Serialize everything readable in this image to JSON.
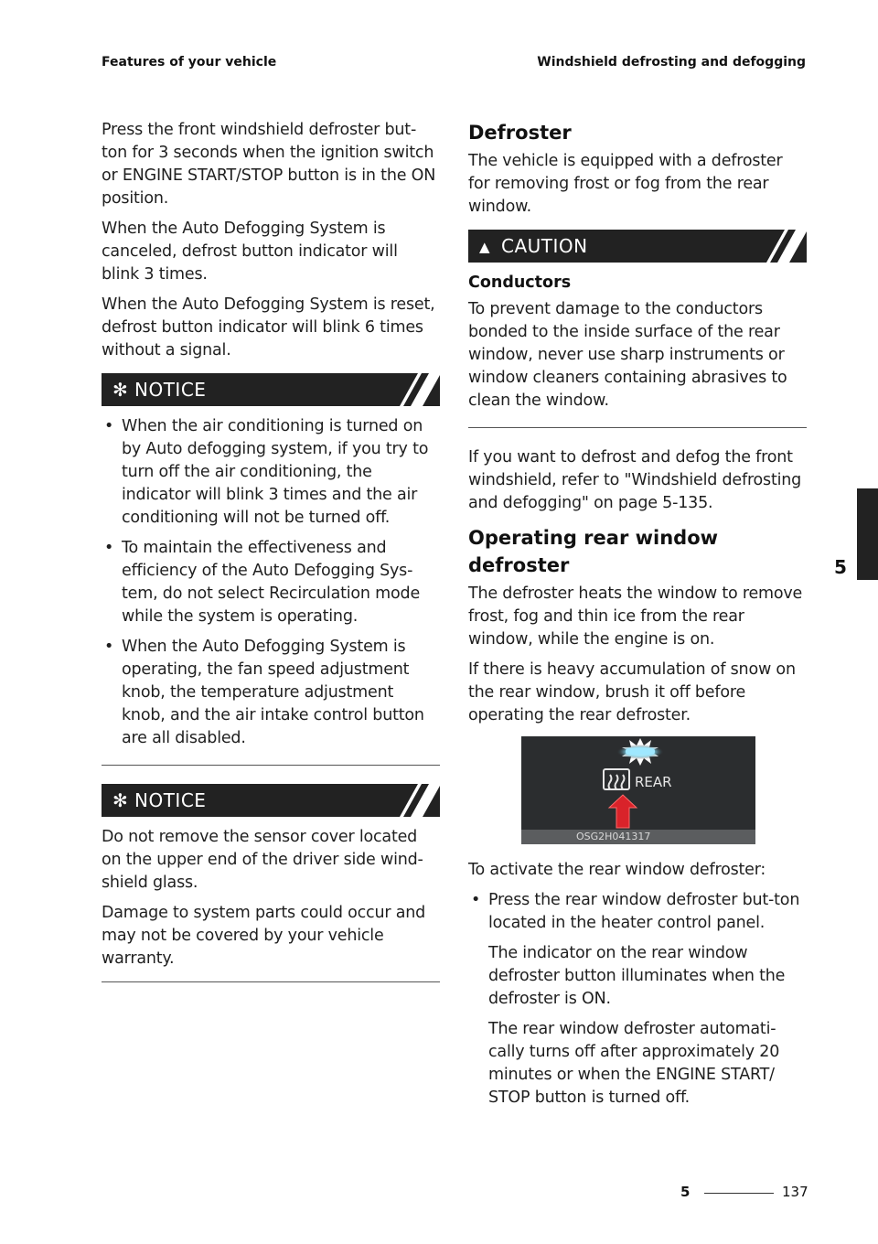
{
  "header": {
    "left": "Features of your vehicle",
    "right": "Windshield defrosting and defogging"
  },
  "left_column": {
    "paragraphs": [
      "Press the front windshield defroster but-ton for 3 seconds when the ignition switch or ENGINE START/STOP button is in the ON position.",
      "When the Auto Defogging System is canceled, defrost button indicator will blink 3 times.",
      "When the Auto Defogging System is reset, defrost button indicator will blink 6 times without a signal."
    ],
    "notice1": {
      "label": "NOTICE",
      "bullets": [
        "When the air conditioning is turned on by Auto defogging system, if you try to turn off the air conditioning, the indicator will blink 3 times and the air conditioning will not be turned off.",
        "To maintain the effectiveness and efficiency of the Auto Defogging Sys-tem, do not select Recirculation mode while the system is operating.",
        "When the Auto Defogging System is operating, the fan speed adjustment knob, the temperature adjustment knob, and the air intake control button are all disabled."
      ]
    },
    "notice2": {
      "label": "NOTICE",
      "paragraphs": [
        "Do not remove the sensor cover located on the upper end of the driver side wind-shield glass.",
        "Damage to system parts could occur and may not be covered by your vehicle warranty."
      ]
    }
  },
  "right_column": {
    "defroster_title": "Defroster",
    "defroster_intro": "The vehicle is equipped with a defroster for removing frost or fog from the rear window.",
    "caution": {
      "label": "CAUTION",
      "title": "Conductors",
      "text": "To prevent damage to the conductors bonded to the inside surface of the rear window, never use sharp instruments or window cleaners containing abrasives to clean the window."
    },
    "refer_text": "If you want to defrost and defog the front windshield, refer to \"Windshield defrosting and defogging\" on page 5-135.",
    "operating_title": "Operating rear window defroster",
    "operating_paragraphs": [
      "The defroster heats the window to remove frost, fog and thin ice from the rear window, while the engine is on.",
      "If there is heavy accumulation of snow on the rear window, brush it off before operating the rear defroster."
    ],
    "figure": {
      "button_label": "REAR",
      "code": "OSG2H041317"
    },
    "activate_intro": "To activate the rear window defroster:",
    "activate_bullet": "Press the rear window defroster but-ton located in the heater control panel.",
    "activate_notes": [
      "The indicator on the rear window defroster button illuminates when the defroster is ON.",
      "The rear window defroster automati-cally turns off after approximately 20 minutes or when the ENGINE START/ STOP button is turned off."
    ]
  },
  "side_tab": {
    "chapter": "5"
  },
  "footer": {
    "chapter": "5",
    "page": "137"
  },
  "icons": {
    "notice": "snowflake-icon",
    "caution": "warning-triangle-icon",
    "bullet": "bullet-dot"
  },
  "colors": {
    "banner": "#222222",
    "arrow": "#d9232a",
    "glow": "#7fd8f0"
  }
}
